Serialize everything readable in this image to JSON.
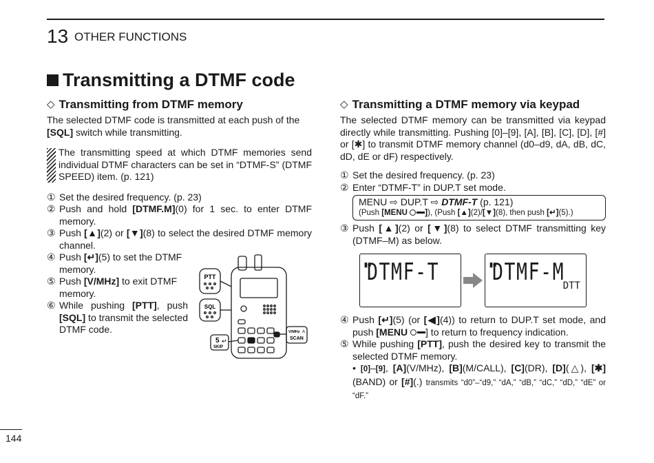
{
  "header": {
    "chapter_number": "13",
    "chapter_title": "OTHER FUNCTIONS"
  },
  "section_title": "Transmitting a DTMF code",
  "left": {
    "title": "Transmitting from DTMF memory",
    "intro": {
      "t1": "The selected DTMF code is transmitted at each push of the ",
      "key": "[SQL]",
      "t2": " switch while transmitting."
    },
    "note": "The transmitting speed at which DTMF memories send individual DTMF characters can be set in “DTMF-S” (DTMF SPEED) item. (p. 121)",
    "steps": {
      "s1": {
        "num": "①",
        "text": "Set the desired frequency. (p. 23)"
      },
      "s2": {
        "num": "②",
        "t1": "Push and hold ",
        "key": "[DTMF.M]",
        "t2": "(0) for 1 sec. to enter DTMF memory."
      },
      "s3": {
        "num": "③",
        "t1": "Push ",
        "k1": "[▲]",
        "t2": "(2) or ",
        "k2": "[▼]",
        "t3": "(8) to select the desired DTMF memory channel."
      },
      "s4": {
        "num": "④",
        "t1": "Push ",
        "key": "[↵]",
        "t2": "(5) to set the DTMF memory."
      },
      "s5": {
        "num": "⑤",
        "t1": "Push ",
        "key": "[V/MHz]",
        "t2": " to exit DTMF memory."
      },
      "s6": {
        "num": "⑥",
        "t1": "While pushing ",
        "k1": "[PTT]",
        "t2": ", push ",
        "k2": "[SQL]",
        "t3": " to transmit the selected DTMF code."
      }
    },
    "illustration": {
      "ptt": "PTT",
      "sql": "SQL",
      "key5": "5",
      "skip": "SKIP",
      "vmhz": "V/MHz",
      "a": "A",
      "scan": "SCAN"
    }
  },
  "right": {
    "title": "Transmitting a DTMF memory via keypad",
    "intro": "The selected DTMF memory can be transmitted via keypad directly while transmitting. Pushing [0]–[9], [A], [B], [C], [D], [#] or [✱] to transmit DTMF memory channel (d0–d9, dA, dB, dC, dD, dE or dF) respectively.",
    "steps": {
      "s1": {
        "num": "①",
        "text": "Set the desired frequency. (p. 23)"
      },
      "s2": {
        "num": "②",
        "text": "Enter “DTMF-T” in DUP.T set mode."
      },
      "s3": {
        "num": "③",
        "t1": "Push ",
        "k1": "[▲]",
        "t2": "(2) or ",
        "k2": "[▼]",
        "t3": "(8) to select DTMF transmitting key (DTMF–M) as below."
      },
      "s4": {
        "num": "④",
        "t1": "Push ",
        "k1": "[↵]",
        "t2": "(5) (or ",
        "k2": "[◀]",
        "t3": "(4)) to return to DUP.T set mode, and push ",
        "k3": "[MENU",
        "t4": "] to return to frequency indication."
      },
      "s5": {
        "num": "⑤",
        "t1": "While pushing ",
        "key": "[PTT]",
        "t2": ", push the desired key to transmit the selected DTMF memory."
      }
    },
    "menu_box": {
      "line1_pre": "MENU ⇨ DUP.T ⇨ ",
      "line1_item": "DTMF-T",
      "line1_page": " (p. 121)",
      "line2_a": "(Push ",
      "line2_menu": "[MENU ",
      "line2_b": "]), (Push ",
      "line2_keys": "[▲]",
      "line2_c": "(2)/",
      "line2_keys2": "[▼]",
      "line2_d": "(8), then push ",
      "line2_enter": "[↵]",
      "line2_e": "(5).)"
    },
    "lcd": {
      "mark": "▮◂",
      "left_text": "DTMF-T",
      "right_text": "DTMF-M",
      "right_sub": "DTT"
    },
    "bullet": {
      "marker": "•",
      "k0": "[0]",
      "dash": "–",
      "k9": "[9]",
      "c1": ", ",
      "kA": "[A]",
      "tA": "(V/MHz), ",
      "kB": "[B]",
      "tB": "(M/CALL), ",
      "kC": "[C]",
      "tC": "(DR), ",
      "kD": "[D]",
      "tD": "(△), ",
      "kS": "[✱]",
      "tS": "(BAND) or ",
      "kH": "[#]",
      "tH": "(.) ",
      "tail": "transmits “d0”–“d9,” “dA,” “dB,” “dC,” “dD,” “dE” or “dF.”"
    }
  },
  "footer": {
    "page_number": "144"
  },
  "colors": {
    "text": "#1a1a1a",
    "background": "#ffffff",
    "arrow": "#888888"
  }
}
